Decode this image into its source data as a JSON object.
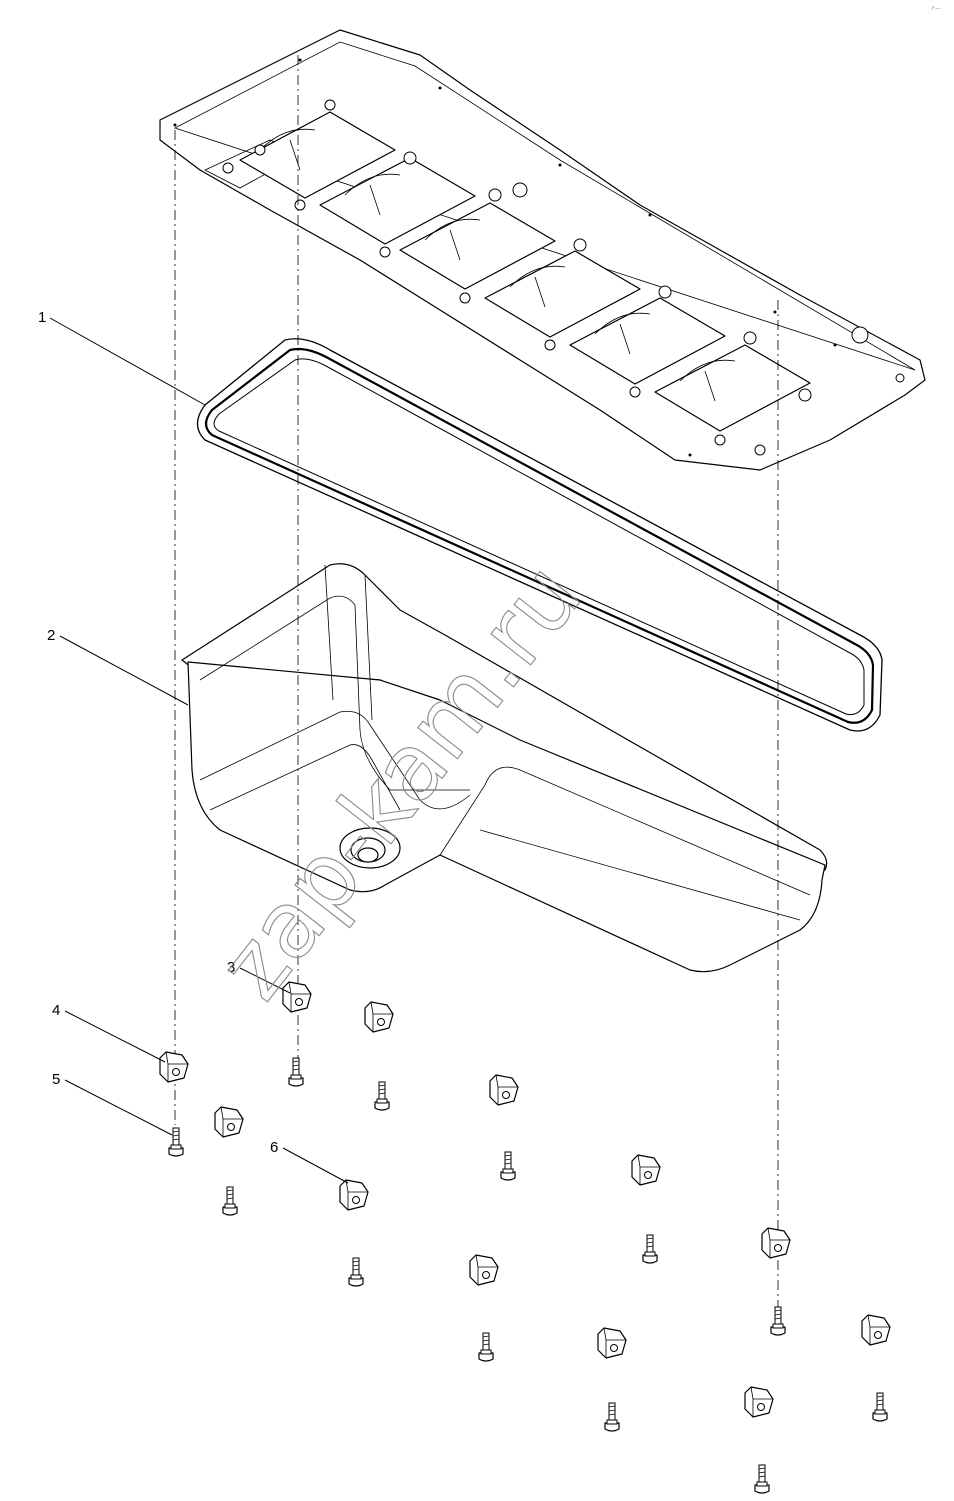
{
  "callouts": [
    {
      "id": "1",
      "label": "1"
    },
    {
      "id": "2",
      "label": "2"
    },
    {
      "id": "3",
      "label": "3"
    },
    {
      "id": "4",
      "label": "4"
    },
    {
      "id": "5",
      "label": "5"
    },
    {
      "id": "6",
      "label": "6"
    }
  ],
  "watermark": "zap-kam.ru",
  "corner_mark": "↗—",
  "colors": {
    "line": "#000000",
    "watermark": "#8a8a8a",
    "background": "#ffffff"
  }
}
